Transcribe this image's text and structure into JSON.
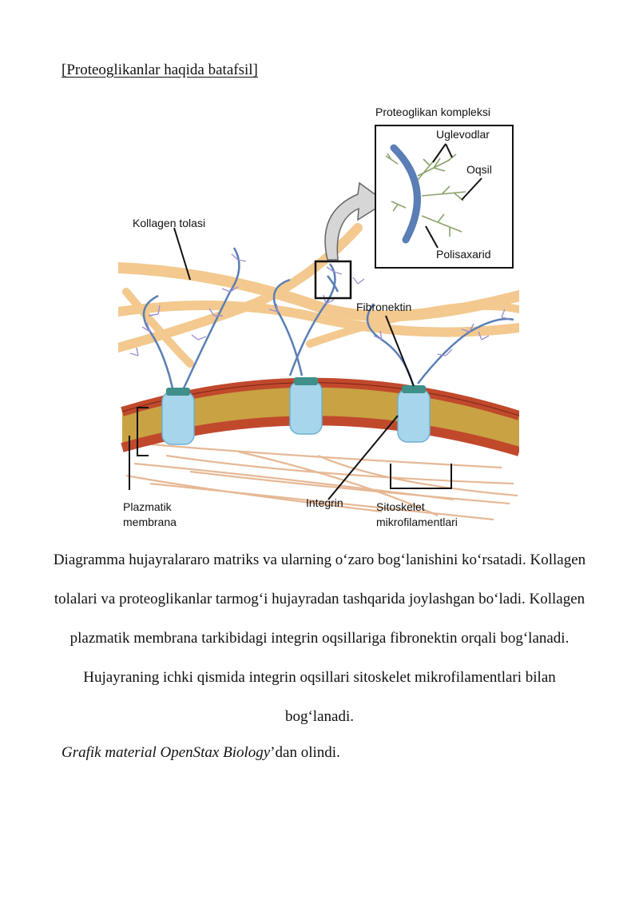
{
  "page": {
    "heading_link": "[Proteoglikanlar haqida batafsil]"
  },
  "figure": {
    "labels": {
      "complex_title": "Proteoglikan kompleksi",
      "carbohydrates": "Uglevodlar",
      "protein": "Oqsil",
      "polysaccharide": "Polisaxarid",
      "collagen_fiber": "Kollagen tolasi",
      "fibronectin": "Fibronektin",
      "plasma_membrane_line1": "Plazmatik",
      "plasma_membrane_line2": "membrana",
      "integrin": "Integrin",
      "cytoskeleton_line1": "Sitoskelet",
      "cytoskeleton_line2": "mikrofilamentlari"
    },
    "colors": {
      "collagen": "#f3c98f",
      "membrane_head": "#c0492c",
      "membrane_tail": "#c9a244",
      "integrin": "#a7d6ec",
      "proteoglycan": "#5a7eb5",
      "branches": "#8aa36a",
      "microfilament": "#e6b895"
    }
  },
  "caption": {
    "text": "Diagramma hujayralararo matriks va ularning o‘zaro bog‘lanishini ko‘rsatadi. Kollagen tolalari va proteoglikanlar tarmog‘i hujayradan tashqarida joylashgan bo‘ladi. Kollagen plazmatik membrana tarkibidagi integrin oqsillariga fibronektin orqali bog‘lanadi. Hujayraning ichki qismida integrin oqsillari sitoskelet mikrofilamentlari bilan bog‘lanadi."
  },
  "credit": {
    "italic": "Grafik material OpenStax Biology",
    "rest": "’dan olindi."
  }
}
